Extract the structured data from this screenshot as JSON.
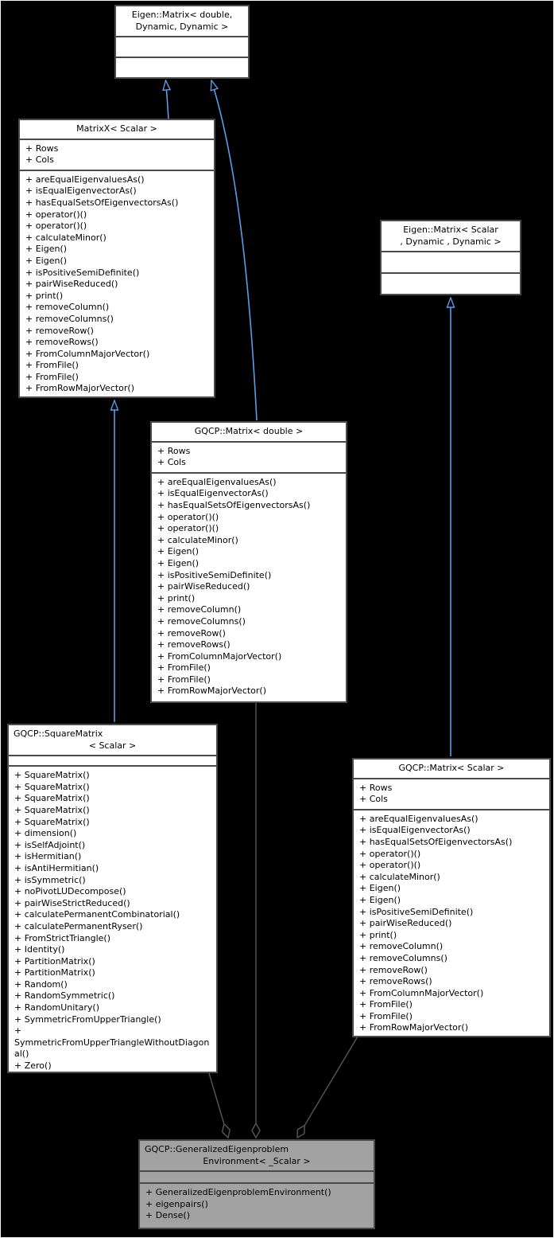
{
  "colors": {
    "background": "#000000",
    "node_fill": "#ffffff",
    "node_border": "#4a4a4a",
    "node_text": "#000000",
    "highlight_fill": "#a2a2a2",
    "inheritance_arrow": "#5b9ce8",
    "aggregation_line": "#575757"
  },
  "nodes": {
    "eigen_matrix_double": {
      "title_lines": [
        "Eigen::Matrix< double,",
        "Dynamic, Dynamic >"
      ],
      "attributes": [],
      "methods": []
    },
    "matrixx": {
      "title_lines": [
        "MatrixX< Scalar >"
      ],
      "attributes": [
        "+ Rows",
        "+ Cols"
      ],
      "methods": [
        "+ areEqualEigenvaluesAs()",
        "+ isEqualEigenvectorAs()",
        "+ hasEqualSetsOfEigenvectorsAs()",
        "+ operator()()",
        "+ operator()()",
        "+ calculateMinor()",
        "+ Eigen()",
        "+ Eigen()",
        "+ isPositiveSemiDefinite()",
        "+ pairWiseReduced()",
        "+ print()",
        "+ removeColumn()",
        "+ removeColumns()",
        "+ removeRow()",
        "+ removeRows()",
        "+ FromColumnMajorVector()",
        "+ FromFile()",
        "+ FromFile()",
        "+ FromRowMajorVector()"
      ]
    },
    "eigen_matrix_scalar": {
      "title_lines": [
        "Eigen::Matrix< Scalar",
        ", Dynamic , Dynamic >"
      ],
      "attributes": [],
      "methods": []
    },
    "gqcp_matrix_double": {
      "title_lines": [
        "GQCP::Matrix< double >"
      ],
      "attributes": [
        "+ Rows",
        "+ Cols"
      ],
      "methods": [
        "+ areEqualEigenvaluesAs()",
        "+ isEqualEigenvectorAs()",
        "+ hasEqualSetsOfEigenvectorsAs()",
        "+ operator()()",
        "+ operator()()",
        "+ calculateMinor()",
        "+ Eigen()",
        "+ Eigen()",
        "+ isPositiveSemiDefinite()",
        "+ pairWiseReduced()",
        "+ print()",
        "+ removeColumn()",
        "+ removeColumns()",
        "+ removeRow()",
        "+ removeRows()",
        "+ FromColumnMajorVector()",
        "+ FromFile()",
        "+ FromFile()",
        "+ FromRowMajorVector()"
      ]
    },
    "gqcp_square_matrix": {
      "title_lines": [
        "GQCP::SquareMatrix",
        "< Scalar >"
      ],
      "attributes": [],
      "methods": [
        "+ SquareMatrix()",
        "+ SquareMatrix()",
        "+ SquareMatrix()",
        "+ SquareMatrix()",
        "+ SquareMatrix()",
        "+ dimension()",
        "+ isSelfAdjoint()",
        "+ isHermitian()",
        "+ isAntiHermitian()",
        "+ isSymmetric()",
        "+ noPivotLUDecompose()",
        "+ pairWiseStrictReduced()",
        "+ calculatePermanentCombinatorial()",
        "+ calculatePermanentRyser()",
        "+ FromStrictTriangle()",
        "+ Identity()",
        "+ PartitionMatrix()",
        "+ PartitionMatrix()",
        "+ Random()",
        "+ RandomSymmetric()",
        "+ RandomUnitary()",
        "+ SymmetricFromUpperTriangle()",
        "+ SymmetricFromUpperTriangleWithoutDiagonal()",
        "+ Zero()"
      ]
    },
    "gqcp_matrix_scalar": {
      "title_lines": [
        "GQCP::Matrix< Scalar >"
      ],
      "attributes": [
        "+ Rows",
        "+ Cols"
      ],
      "methods": [
        "+ areEqualEigenvaluesAs()",
        "+ isEqualEigenvectorAs()",
        "+ hasEqualSetsOfEigenvectorsAs()",
        "+ operator()()",
        "+ operator()()",
        "+ calculateMinor()",
        "+ Eigen()",
        "+ Eigen()",
        "+ isPositiveSemiDefinite()",
        "+ pairWiseReduced()",
        "+ print()",
        "+ removeColumn()",
        "+ removeColumns()",
        "+ removeRow()",
        "+ removeRows()",
        "+ FromColumnMajorVector()",
        "+ FromFile()",
        "+ FromFile()",
        "+ FromRowMajorVector()"
      ]
    },
    "generalized_eigenproblem_environment": {
      "title_lines": [
        "GQCP::GeneralizedEigenproblem",
        "Environment< _Scalar >"
      ],
      "attributes": [],
      "methods": [
        "+ GeneralizedEigenproblemEnvironment()",
        "+ eigenpairs()",
        "+ Dense()"
      ]
    }
  },
  "relations": {
    "inheritance": [
      {
        "from": "MatrixX< Scalar >",
        "to": "Eigen::Matrix< double, Dynamic, Dynamic >"
      },
      {
        "from": "GQCP::Matrix< double >",
        "to": "Eigen::Matrix< double, Dynamic, Dynamic >"
      },
      {
        "from": "GQCP::SquareMatrix< Scalar >",
        "to": "MatrixX< Scalar >"
      },
      {
        "from": "GQCP::Matrix< Scalar >",
        "to": "Eigen::Matrix< Scalar , Dynamic , Dynamic >"
      }
    ],
    "aggregation": [
      {
        "from": "GQCP::SquareMatrix< Scalar >",
        "to": "GQCP::GeneralizedEigenproblemEnvironment< _Scalar >"
      },
      {
        "from": "GQCP::Matrix< double >",
        "to": "GQCP::GeneralizedEigenproblemEnvironment< _Scalar >"
      },
      {
        "from": "GQCP::Matrix< Scalar >",
        "to": "GQCP::GeneralizedEigenproblemEnvironment< _Scalar >"
      }
    ]
  }
}
